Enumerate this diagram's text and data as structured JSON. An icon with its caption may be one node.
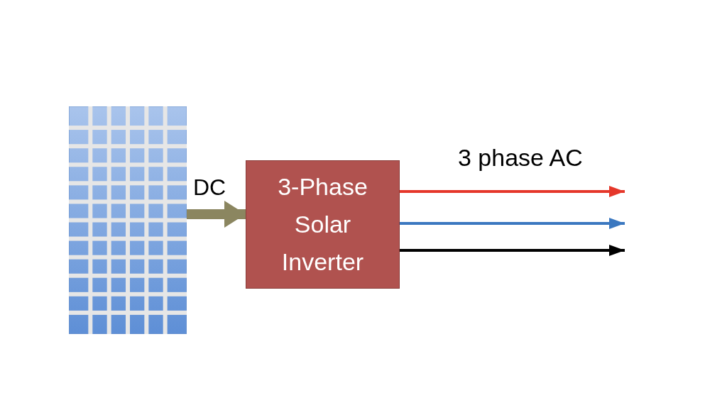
{
  "diagram": {
    "nodes": [
      {
        "text": [],
        "shape": "picture"
      },
      {
        "text": [
          "3-Phase Solar Inverter"
        ]
      }
    ],
    "edges": [
      {
        "from": 0,
        "to": 1,
        "arrow": "to",
        "label": "DC",
        "style": "thick",
        "color": "#8b8660"
      },
      {
        "from": 1,
        "to": null,
        "arrow": "to",
        "color": "#e5372a"
      },
      {
        "from": 1,
        "to": null,
        "arrow": "to",
        "color": "#3b78c0"
      },
      {
        "from": 1,
        "to": null,
        "arrow": "to",
        "color": "#000000"
      }
    ],
    "labels": [
      "3 phase AC"
    ]
  }
}
